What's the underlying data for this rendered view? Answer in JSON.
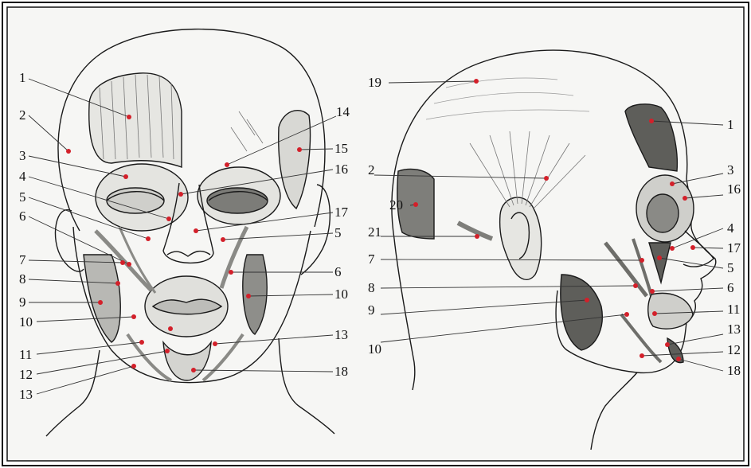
{
  "colors": {
    "marker": "#d3202a",
    "ink": "#1a1a1a",
    "paper": "#f7f7f5",
    "border": "#111111"
  },
  "front_view": {
    "labels": [
      {
        "id": "f1",
        "text": "1"
      },
      {
        "id": "f2",
        "text": "2"
      },
      {
        "id": "f3",
        "text": "3"
      },
      {
        "id": "f4",
        "text": "4"
      },
      {
        "id": "f5",
        "text": "5"
      },
      {
        "id": "f6",
        "text": "6"
      },
      {
        "id": "f7",
        "text": "7"
      },
      {
        "id": "f8",
        "text": "8"
      },
      {
        "id": "f9",
        "text": "9"
      },
      {
        "id": "f10",
        "text": "10"
      },
      {
        "id": "f11",
        "text": "11"
      },
      {
        "id": "f12",
        "text": "12"
      },
      {
        "id": "f13",
        "text": "13"
      },
      {
        "id": "f14",
        "text": "14"
      },
      {
        "id": "f15",
        "text": "15"
      },
      {
        "id": "f16",
        "text": "16"
      },
      {
        "id": "f17",
        "text": "17"
      },
      {
        "id": "f5r",
        "text": "5"
      },
      {
        "id": "f6r",
        "text": "6"
      },
      {
        "id": "f10r",
        "text": "10"
      },
      {
        "id": "f13r",
        "text": "13"
      },
      {
        "id": "f18",
        "text": "18"
      }
    ]
  },
  "side_view": {
    "labels": [
      {
        "id": "s19",
        "text": "19"
      },
      {
        "id": "s2",
        "text": "2"
      },
      {
        "id": "s20",
        "text": "20"
      },
      {
        "id": "s21",
        "text": "21"
      },
      {
        "id": "s7",
        "text": "7"
      },
      {
        "id": "s8",
        "text": "8"
      },
      {
        "id": "s9",
        "text": "9"
      },
      {
        "id": "s10",
        "text": "10"
      },
      {
        "id": "s1",
        "text": "1"
      },
      {
        "id": "s3",
        "text": "3"
      },
      {
        "id": "s16",
        "text": "16"
      },
      {
        "id": "s4",
        "text": "4"
      },
      {
        "id": "s17",
        "text": "17"
      },
      {
        "id": "s5",
        "text": "5"
      },
      {
        "id": "s6",
        "text": "6"
      },
      {
        "id": "s11",
        "text": "11"
      },
      {
        "id": "s13",
        "text": "13"
      },
      {
        "id": "s12",
        "text": "12"
      },
      {
        "id": "s18",
        "text": "18"
      }
    ]
  }
}
